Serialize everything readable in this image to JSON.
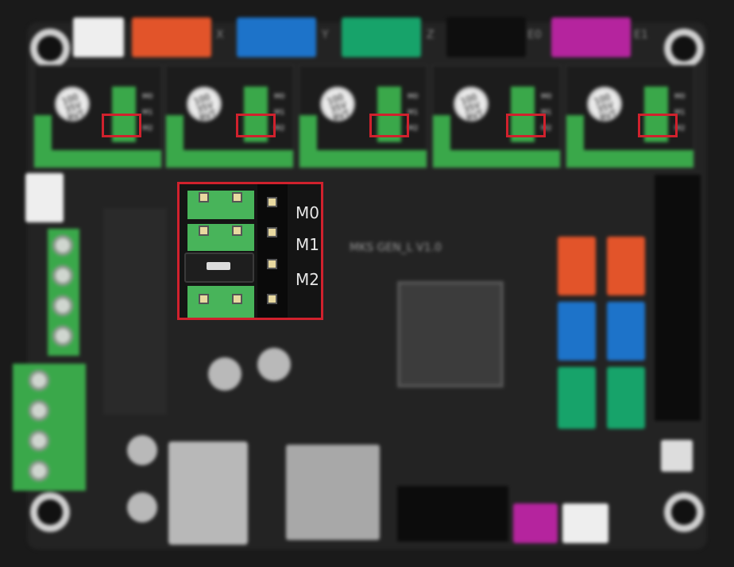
{
  "inset": {
    "labels": [
      "M0",
      "M1",
      "M2"
    ]
  },
  "drivers": [
    {
      "cap_text": "100 35V RVT",
      "labels": [
        "M0",
        "M1",
        "M2"
      ]
    },
    {
      "cap_text": "100 35V RVT",
      "labels": [
        "M0",
        "M1",
        "M2"
      ]
    },
    {
      "cap_text": "100 35V RVT",
      "labels": [
        "M0",
        "M1",
        "M2"
      ]
    },
    {
      "cap_text": "100 35V RVT",
      "labels": [
        "M0",
        "M1",
        "M2"
      ]
    },
    {
      "cap_text": "100 35V RVT",
      "labels": [
        "M0",
        "M1",
        "M2"
      ]
    }
  ],
  "axis_labels": [
    "X",
    "Y",
    "Z",
    "E0",
    "E1"
  ],
  "silk": {
    "board_name": "MKS GEN_L V1.0"
  },
  "colors": {
    "highlight": "#d0212d",
    "pcb_green": "#3aa84a",
    "connector_orange": "#e2542a",
    "connector_blue": "#1d73c9",
    "connector_green": "#17a36a",
    "connector_magenta": "#b5249e",
    "connector_white": "#eeeeee"
  }
}
